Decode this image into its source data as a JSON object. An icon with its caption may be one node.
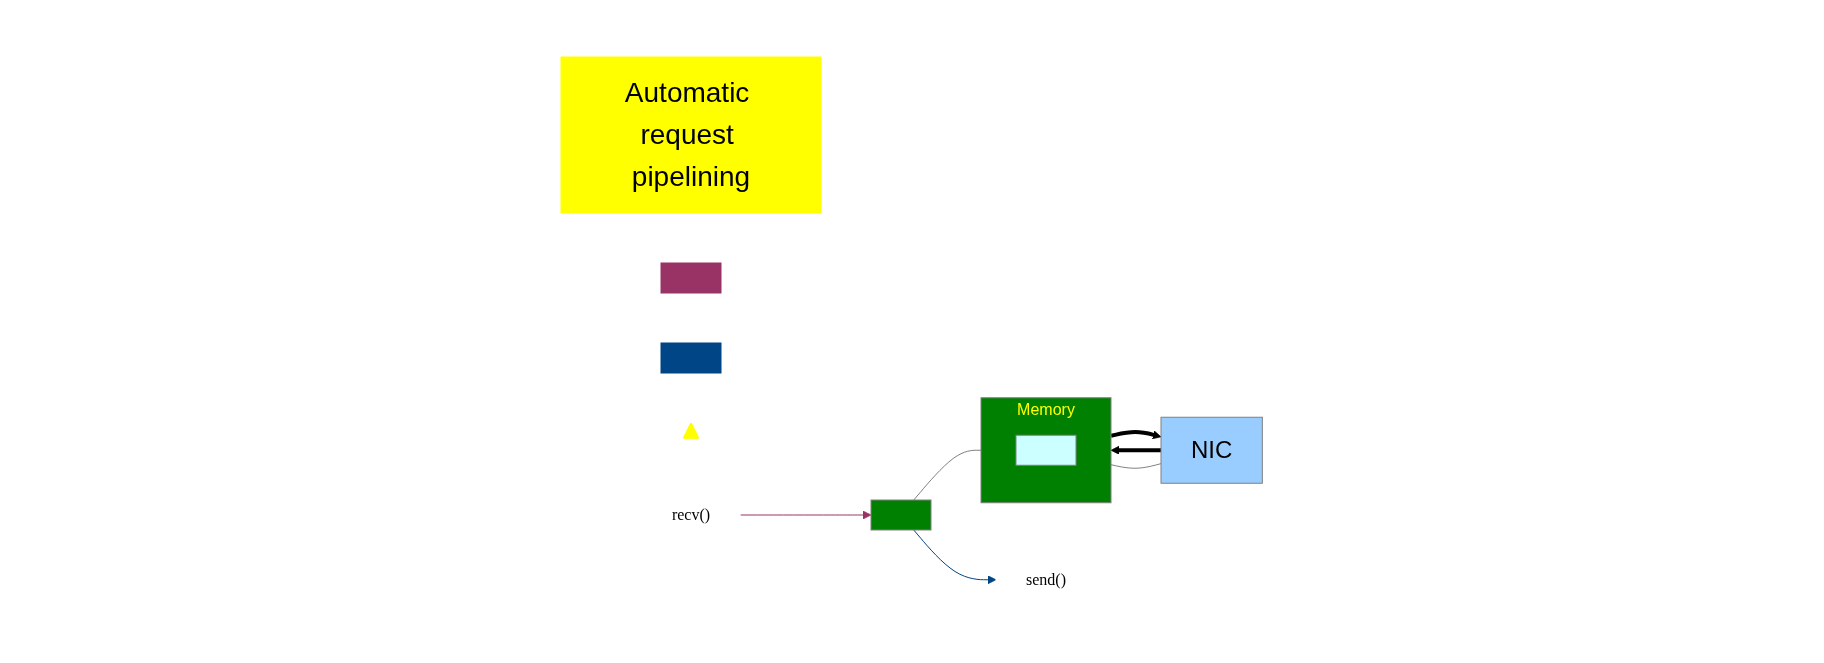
{
  "diagram": {
    "nodes": [
      {
        "text": [
          "Automatic request pipelining"
        ]
      },
      {
        "text": [
          "NIC"
        ]
      },
      {
        "text": [],
        "shape": "box"
      },
      {
        "text": [
          "Memory"
        ]
      },
      {
        "text": [],
        "shape": "box",
        "in": 3
      },
      {
        "text": [],
        "shape": "box"
      },
      {
        "text": [],
        "shape": "box"
      },
      {
        "text": [],
        "shape": "triangle"
      },
      {
        "text": [
          "recv()"
        ]
      },
      {
        "text": [
          "send()"
        ]
      }
    ],
    "edges": [
      {
        "from": 1,
        "to": 3,
        "arrow": "to",
        "style": "thick"
      },
      {
        "from": 3,
        "to": 1,
        "arrow": "to",
        "style": "thick"
      },
      {
        "from": 1,
        "to": 3,
        "arrow": "none",
        "color": "#808080"
      },
      {
        "from": 2,
        "to": 3,
        "arrow": "none",
        "color": "#808080"
      },
      {
        "from": 8,
        "to": 2,
        "arrow": "to",
        "color": "#993366"
      },
      {
        "from": 2,
        "to": 9,
        "arrow": "to",
        "color": "#004586"
      }
    ]
  }
}
